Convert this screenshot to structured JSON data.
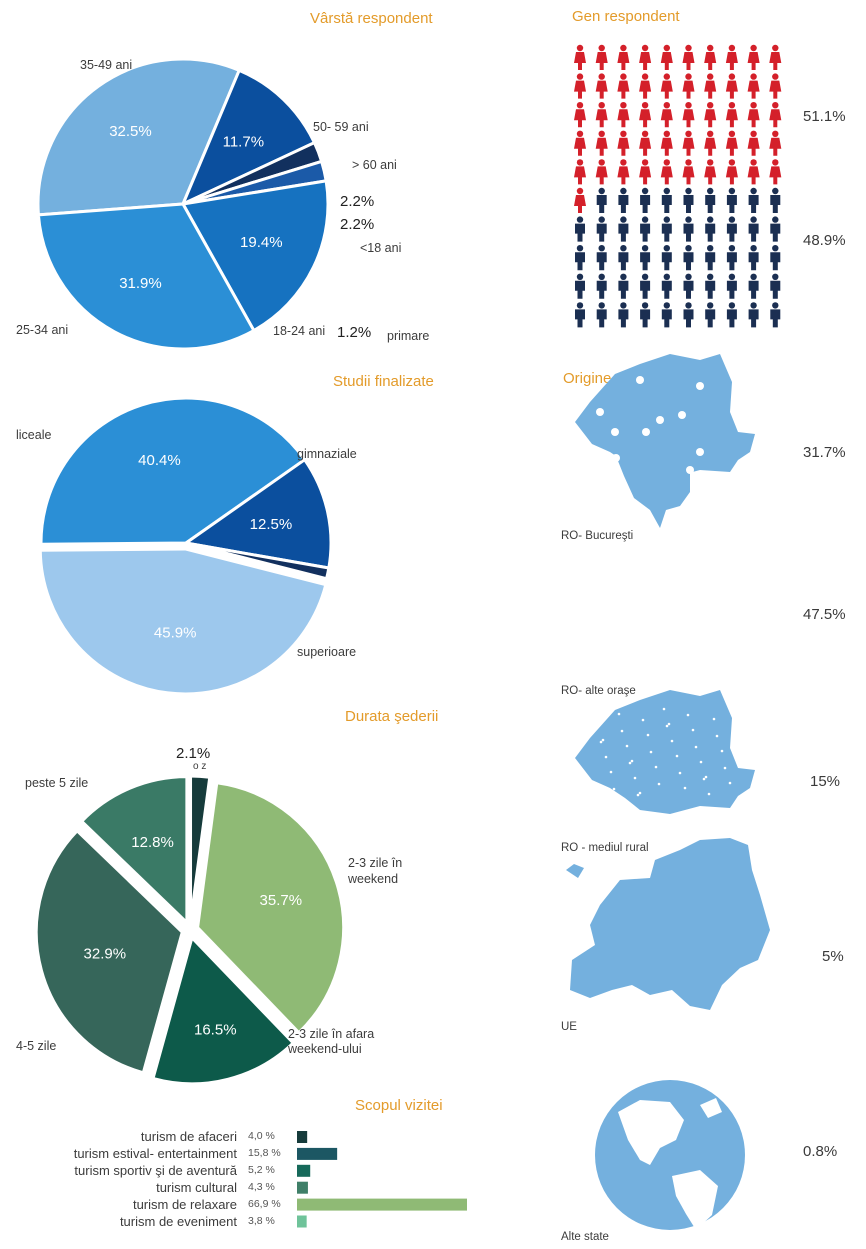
{
  "charts": {
    "age": {
      "title": "Vârstă  respondent",
      "slices": [
        {
          "label": "35-49 ani",
          "value": 32.5,
          "pct": "32.5%",
          "color": "#74b0de"
        },
        {
          "label": "50- 59 ani",
          "value": 11.7,
          "pct": "11.7%",
          "color": "#0b4f9e"
        },
        {
          "label": "> 60 ani",
          "value": 2.2,
          "pct": "2.2%",
          "color": "#12305e"
        },
        {
          "label": "<18 ani",
          "value": 2.2,
          "pct": "2.2%",
          "color": "#1b5aa8"
        },
        {
          "label": "18-24 ani",
          "value": 19.4,
          "pct": "19.4%",
          "color": "#1672c0"
        },
        {
          "label": "25-34 ani",
          "value": 31.9,
          "pct": "31.9%",
          "color": "#2b8fd6"
        }
      ]
    },
    "studies": {
      "title": "Studii finalizate",
      "slices": [
        {
          "label": "liceale",
          "value": 40.4,
          "pct": "40.4%",
          "color": "#2b8fd6"
        },
        {
          "label": "gimnaziale",
          "value": 12.5,
          "pct": "12.5%",
          "color": "#0b4f9e"
        },
        {
          "label": "primare",
          "value": 1.2,
          "pct": "1.2%",
          "color": "#12305e"
        },
        {
          "label": "superioare",
          "value": 45.9,
          "pct": "45.9%",
          "color": "#9dc8ed"
        }
      ]
    },
    "stay": {
      "title": "Durata şederii",
      "slices": [
        {
          "label": "o z",
          "value": 2.1,
          "pct": "2.1%",
          "color": "#163b3b"
        },
        {
          "label": "2-3 zile în weekend",
          "value": 35.7,
          "pct": "35.7%",
          "color": "#8fba75"
        },
        {
          "label": "2-3 zile în afara weekend-ului",
          "value": 16.5,
          "pct": "16.5%",
          "color": "#0d5a4a"
        },
        {
          "label": "4-5 zile",
          "value": 32.9,
          "pct": "32.9%",
          "color": "#36665a"
        },
        {
          "label": "peste 5 zile",
          "value": 12.8,
          "pct": "12.8%",
          "color": "#3a7a66"
        }
      ]
    },
    "purpose": {
      "title": "Scopul vizitei",
      "items": [
        {
          "label": "turism de afaceri",
          "value": 4.0,
          "display": "4,0 %",
          "color": "#163b3b"
        },
        {
          "label": "turism estival- entertainment",
          "value": 15.8,
          "display": "15,8 %",
          "color": "#1c5763"
        },
        {
          "label": "turism sportiv şi de aventură",
          "value": 5.2,
          "display": "5,2 %",
          "color": "#16695a"
        },
        {
          "label": "turism cultural",
          "value": 4.3,
          "display": "4,3 %",
          "color": "#3f7f68"
        },
        {
          "label": "turism de relaxare",
          "value": 66.9,
          "display": "66,9 %",
          "color": "#8fba75"
        },
        {
          "label": "turism de eveniment",
          "value": 3.8,
          "display": "3,8 %",
          "color": "#6fc39a"
        }
      ]
    },
    "gender": {
      "title": "Gen respondent",
      "female_pct": "51.1%",
      "male_pct": "48.9%",
      "female_icons": 51,
      "male_icons": 49,
      "female_color": "#d4202a",
      "male_color": "#1b2f52"
    },
    "origin": {
      "title": "Origine respondent",
      "items": [
        {
          "label": "RO- Bucureşti",
          "pct": "31.7%"
        },
        {
          "label": "RO- alte oraşe",
          "pct": "47.5%"
        },
        {
          "label": "RO - mediul rural",
          "pct": "15%"
        },
        {
          "label": "UE",
          "pct": "5%"
        },
        {
          "label": "Alte state",
          "pct": "0.8%"
        }
      ],
      "map_color": "#74b0de"
    }
  },
  "chart_data": [
    {
      "type": "pie",
      "title": "Vârstă  respondent",
      "categories": [
        "35-49 ani",
        "50- 59 ani",
        "> 60 ani",
        "<18 ani",
        "18-24 ani",
        "25-34 ani"
      ],
      "values": [
        32.5,
        11.7,
        2.2,
        2.2,
        19.4,
        31.9
      ]
    },
    {
      "type": "pie",
      "title": "Studii finalizate",
      "categories": [
        "liceale",
        "gimnaziale",
        "primare",
        "superioare"
      ],
      "values": [
        40.4,
        12.5,
        1.2,
        45.9
      ]
    },
    {
      "type": "pie",
      "title": "Durata şederii",
      "categories": [
        "o z",
        "2-3 zile în weekend",
        "2-3 zile în afara weekend-ului",
        "4-5 zile",
        "peste 5 zile"
      ],
      "values": [
        2.1,
        35.7,
        16.5,
        32.9,
        12.8
      ]
    },
    {
      "type": "bar",
      "title": "Scopul vizitei",
      "categories": [
        "turism de afaceri",
        "turism estival- entertainment",
        "turism sportiv şi de aventură",
        "turism cultural",
        "turism de relaxare",
        "turism de eveniment"
      ],
      "values": [
        4.0,
        15.8,
        5.2,
        4.3,
        66.9,
        3.8
      ]
    },
    {
      "type": "bar",
      "title": "Gen respondent",
      "categories": [
        "",
        ""
      ],
      "values": [
        51.1,
        48.9
      ]
    },
    {
      "type": "bar",
      "title": "Origine respondent",
      "categories": [
        "RO- Bucureşti",
        "RO- alte oraşe",
        "RO - mediul rural",
        "UE",
        "Alte state"
      ],
      "values": [
        31.7,
        47.5,
        15,
        5,
        0.8
      ]
    }
  ]
}
